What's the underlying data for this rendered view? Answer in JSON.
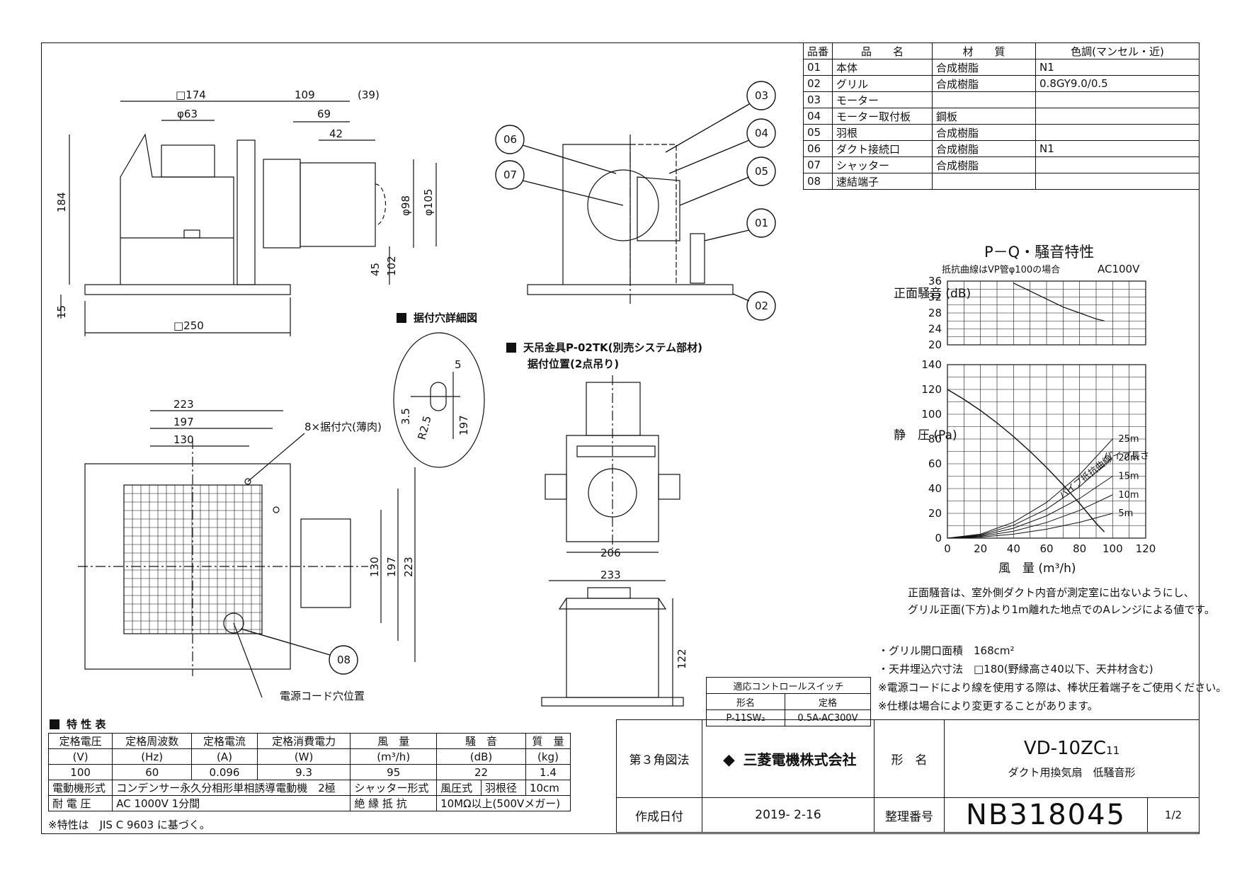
{
  "parts_table": {
    "headers": [
      "品番",
      "品　　名",
      "材　　質",
      "色調(マンセル・近)"
    ],
    "rows": [
      [
        "01",
        "本体",
        "合成樹脂",
        "N1"
      ],
      [
        "02",
        "グリル",
        "合成樹脂",
        "0.8GY9.0/0.5"
      ],
      [
        "03",
        "モーター",
        "",
        ""
      ],
      [
        "04",
        "モーター取付板",
        "鋼板",
        ""
      ],
      [
        "05",
        "羽根",
        "合成樹脂",
        ""
      ],
      [
        "06",
        "ダクト接続口",
        "合成樹脂",
        "N1"
      ],
      [
        "07",
        "シャッター",
        "合成樹脂",
        ""
      ],
      [
        "08",
        "速結端子",
        "",
        ""
      ]
    ]
  },
  "drawing_labels": {
    "dims_top": [
      "□174",
      "φ63",
      "109",
      "(39)",
      "69",
      "42",
      "184",
      "φ98",
      "φ105",
      "45",
      "102",
      "15",
      "□250"
    ],
    "dims_bottom": [
      "223",
      "197",
      "130",
      "130",
      "197",
      "223"
    ],
    "callouts": [
      "01",
      "02",
      "03",
      "04",
      "05",
      "06",
      "07",
      "08"
    ],
    "mount_hole_title": "据付穴詳細図",
    "mount_hole_dims": [
      "5",
      "3.5",
      "R2.5",
      "197"
    ],
    "mount_hole_label": "8×据付穴(薄肉)",
    "cord_hole_label": "電源コード穴位置",
    "hanger_title": "天吊金具P-02TK(別売システム部材)",
    "hanger_subtitle": "据付位置(2点吊り)",
    "dims_hanger": [
      "206",
      "233",
      "122"
    ]
  },
  "chart_data": [
    {
      "type": "line",
      "title": "P－Q・騒音特性",
      "subtitle": "抵抗曲線はVP管φ100の場合",
      "voltage": "AC100V",
      "ylabel": "正面騒音 (dB)",
      "ylim": [
        20,
        36
      ],
      "yticks": [
        "36",
        "32",
        "28",
        "24",
        "20"
      ],
      "xlim": [
        0,
        120
      ],
      "series": [
        {
          "x": [
            40,
            50,
            60,
            70,
            80,
            90,
            95
          ],
          "y": [
            35.5,
            33.5,
            31.5,
            29.5,
            28,
            26.5,
            26
          ]
        }
      ]
    },
    {
      "type": "line",
      "ylabel": "静　圧 (Pa)",
      "xlabel": "風　量 (m³/h)",
      "xticks": [
        "0",
        "20",
        "40",
        "60",
        "80",
        "100",
        "120"
      ],
      "yticks": [
        "140",
        "120",
        "100",
        "80",
        "60",
        "40",
        "20",
        "0"
      ],
      "xlim": [
        0,
        120
      ],
      "ylim": [
        0,
        140
      ],
      "pipe_label": "パイプ長さ",
      "curve_label": "パイプ抵抗曲線",
      "series": [
        {
          "x": [
            0,
            10,
            20,
            30,
            40,
            50,
            60,
            70,
            80,
            90,
            95
          ],
          "y": [
            120,
            112,
            103,
            93,
            82,
            70,
            57,
            43,
            28,
            12,
            5
          ]
        },
        {
          "name": "25m",
          "x": [
            0,
            20,
            40,
            60,
            80,
            100
          ],
          "y": [
            0,
            3.2,
            12.8,
            28.8,
            51.2,
            80
          ]
        },
        {
          "name": "20m",
          "x": [
            0,
            20,
            40,
            60,
            80,
            100
          ],
          "y": [
            0,
            2.6,
            10.4,
            23.4,
            41.6,
            65
          ]
        },
        {
          "name": "15m",
          "x": [
            0,
            20,
            40,
            60,
            80,
            100
          ],
          "y": [
            0,
            2,
            8,
            18,
            32,
            50
          ]
        },
        {
          "name": "10m",
          "x": [
            0,
            20,
            40,
            60,
            80,
            100
          ],
          "y": [
            0,
            1.4,
            5.6,
            12.6,
            22.4,
            35
          ]
        },
        {
          "name": "5m",
          "x": [
            0,
            20,
            40,
            60,
            80,
            100
          ],
          "y": [
            0,
            0.8,
            3.2,
            7.2,
            12.8,
            20
          ]
        }
      ]
    }
  ],
  "chart_note": [
    "正面騒音は、室外側ダクト内音が測定室に出ないようにし、",
    "グリル正面(下方)より1m離れた地点でのAレンジによる値です。"
  ],
  "notes": [
    "・グリル開口面積　168cm²",
    "・天井埋込穴寸法　□180(野縁高さ40以下、天井材含む)",
    "※電源コードにより線を使用する際は、棒状圧着端子をご使用ください。",
    "※仕様は場合により変更することがあります。"
  ],
  "switch_table": {
    "title": "適応コントロールスイッチ",
    "headers": [
      "形名",
      "定格"
    ],
    "row": [
      "P-11SW₂",
      "0.5A-AC300V"
    ]
  },
  "spec": {
    "title": "特 性 表",
    "headers": [
      "定格電圧",
      "定格周波数",
      "定格電流",
      "定格消費電力",
      "風　量",
      "騒　音",
      "質　量"
    ],
    "units": [
      "(V)",
      "(Hz)",
      "(A)",
      "(W)",
      "(m³/h)",
      "(dB)",
      "(kg)"
    ],
    "values": [
      "100",
      "60",
      "0.096",
      "9.3",
      "95",
      "22",
      "1.4"
    ],
    "motor_label": "電動機形式",
    "motor_value": "コンデンサー永久分相形単相誘導電動機　2極",
    "shutter_label": "シャッター形式",
    "shutter_value": "風圧式",
    "blade_label": "羽根径",
    "blade_value": "10cm",
    "withstand_label": "耐 電 圧",
    "withstand_value": "AC 1000V 1分間",
    "insulation_label": "絶 縁 抵 抗",
    "insulation_value": "10MΩ以上(500Vメガー)",
    "footnote": "※特性は　JIS C 9603 に基づく。"
  },
  "title_block": {
    "projection": "第３角図法",
    "company": "三菱電機株式会社",
    "model_label": "形　名",
    "model": "VD-10ZC",
    "model_suffix": "11",
    "description": "ダクト用換気扇　低騒音形",
    "date_label": "作成日付",
    "date": "2019- 2-16",
    "number_label": "整理番号",
    "number": "NB318045",
    "page": "1/2"
  }
}
